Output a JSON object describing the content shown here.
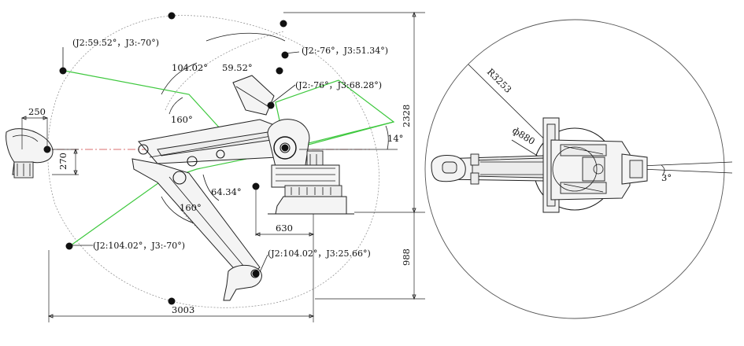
{
  "side_view": {
    "points": [
      {
        "label": "(J2:59.52°，J3:-70°)"
      },
      {
        "label": "(J2:-76°，J3:51.34°)"
      },
      {
        "label": "(J2:-76°，J3:68.28°)"
      },
      {
        "label": "(J2:104.02°，J3:-70°)"
      },
      {
        "label": "(J2:104.02°，J3:25.66°)"
      }
    ],
    "angles": {
      "a1": "104.02°",
      "a2": "59.52°",
      "a3": "160°",
      "a4": "14°",
      "a5": "64.34°",
      "a6": "160°"
    },
    "dims": {
      "d250": "250",
      "d270": "270",
      "d2328": "2328",
      "d630": "630",
      "d988": "988",
      "d3003": "3003"
    }
  },
  "top_view": {
    "radius_label": "R3253",
    "diameter_label": "ф880",
    "angle_label": "3°"
  },
  "colors": {
    "trajectory": "#3ec83e",
    "centerline": "#d04040",
    "line": "#1a1a1a"
  }
}
